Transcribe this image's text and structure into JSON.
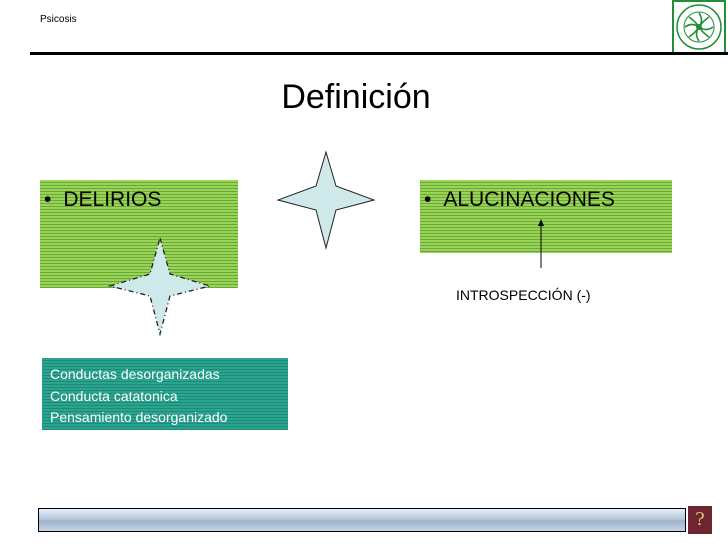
{
  "header": {
    "label": "Psicosis"
  },
  "slide": {
    "title": "Definición",
    "bullets": {
      "left": "DELIRIOS",
      "right": "ALUCINACIONES",
      "bullet_char": "•"
    },
    "annotation": "INTROSPECCIÓN (-)",
    "list": [
      "Conductas desorganizadas",
      "Conducta catatonica",
      "Pensamiento desorganizado"
    ]
  },
  "footer": {
    "help_glyph": "?"
  },
  "colors": {
    "green": "#9ad456",
    "teal": "#2aa38f",
    "cross_fill": "#cfe8ea",
    "logo_green": "#1f8f3a"
  },
  "icons": {
    "logo": "university-seal-icon",
    "cross": "four-point-star-arrow-icon",
    "help": "help-icon"
  }
}
